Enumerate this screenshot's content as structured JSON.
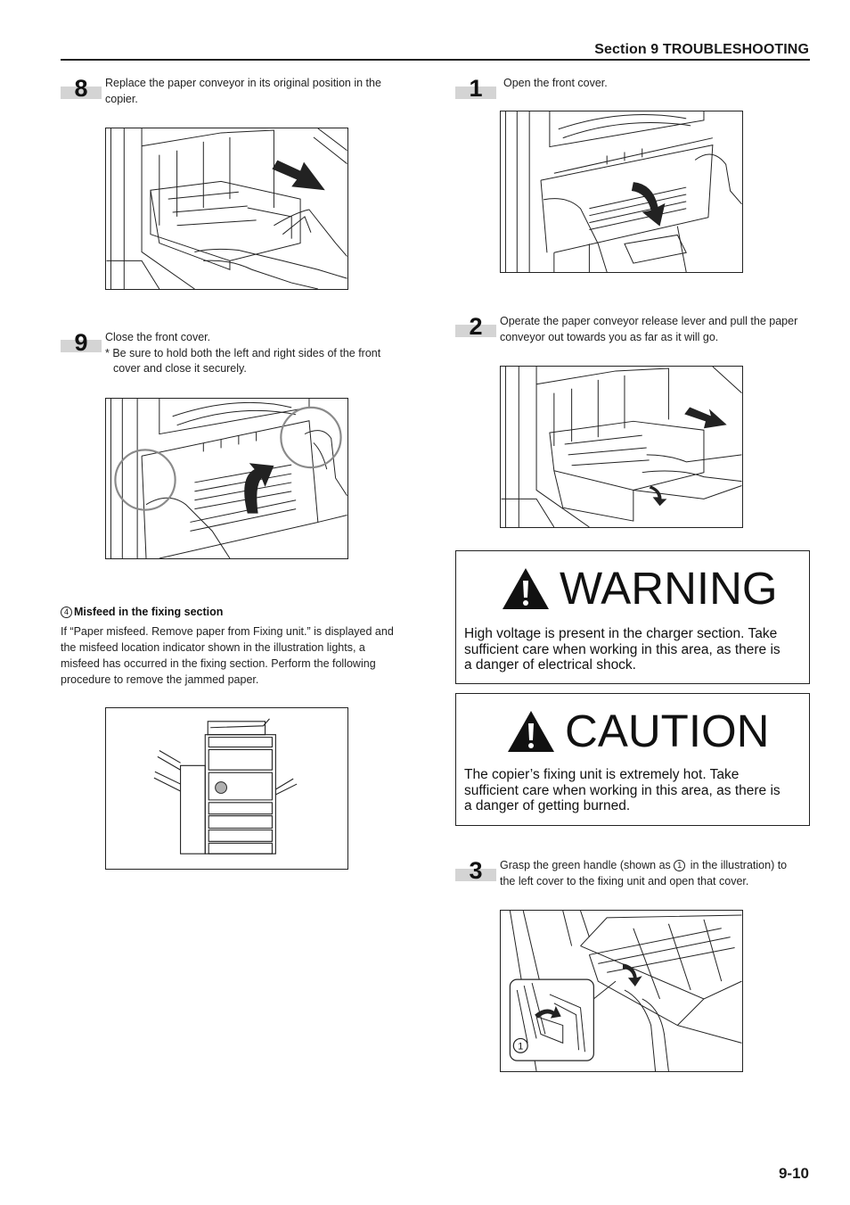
{
  "header": {
    "section_title": "Section 9  TROUBLESHOOTING"
  },
  "steps_left": {
    "step8": {
      "number": "8",
      "lines": [
        "Replace the paper conveyor in its original position in the",
        "copier."
      ]
    },
    "step9": {
      "number": "9",
      "lines": [
        "Close the front cover.",
        "* Be sure to hold both the left and right sides of the front",
        "cover and close it securely."
      ]
    }
  },
  "misfeed": {
    "index": "4",
    "title": "Misfeed in the fixing section",
    "lines": [
      "If “Paper misfeed. Remove paper from Fixing unit.” is displayed and",
      "the misfeed location indicator shown in the illustration lights, a",
      "misfeed has occurred in the fixing section. Perform the following",
      "procedure to remove the jammed paper."
    ]
  },
  "steps_right": {
    "step1": {
      "number": "1",
      "lines": [
        "Open the front cover."
      ]
    },
    "step2": {
      "number": "2",
      "lines": [
        "Operate the paper conveyor release lever and pull the paper",
        "conveyor out towards you as far as it will go."
      ]
    },
    "step3": {
      "number": "3",
      "line1_before": "Grasp the green handle (shown as ",
      "line1_marker": "1",
      "line1_after": " in the illustration) to",
      "line2": "the left cover to the fixing unit and open that cover.",
      "callout_label": "1"
    }
  },
  "warning": {
    "title": "WARNING",
    "lines": [
      "High voltage is present in the charger section. Take",
      "sufficient care when working in this area, as there is",
      "a danger of electrical shock."
    ]
  },
  "caution": {
    "title": "CAUTION",
    "lines": [
      "The copier’s fixing unit is extremely hot. Take",
      "sufficient care when working in this area, as there is",
      "a danger of getting burned."
    ]
  },
  "footer": {
    "page_number": "9-10"
  },
  "icons": {
    "alert": "warning-triangle-icon"
  },
  "colors": {
    "badge": "#d4d4d4",
    "highlight_circle": "#8a8a8a",
    "text": "#1a1a1a"
  }
}
